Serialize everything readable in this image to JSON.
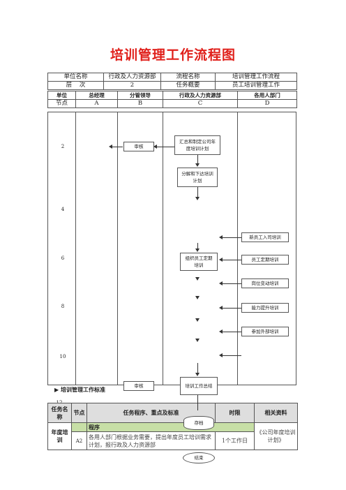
{
  "title": "培训管理工作流程图",
  "header": {
    "unit_name_label": "单位名称",
    "unit_name_value": "行政及人力资源部",
    "process_name_label": "流程名称",
    "process_name_value": "培训管理工作流程",
    "level_label": "层    次",
    "level_value": "2",
    "task_summary_label": "任务概要",
    "task_summary_value": "员工培训管理工作",
    "col_unit": "单位",
    "col_a_head": "总经理",
    "col_b_head": "分管领导",
    "col_c_head": "行政及人力资源部",
    "col_d_head": "各用人部门",
    "node_label": "节点",
    "col_a": "A",
    "col_b": "B",
    "col_c": "C",
    "col_d": "D"
  },
  "row_numbers": [
    "2",
    "4",
    "6",
    "8",
    "10",
    "12"
  ],
  "boxes": {
    "review1": "审核",
    "summarize": "汇总和制定公司年度培训计划",
    "decompose": "分解和下达培训计划",
    "new_staff": "新员工入司培训",
    "organize": "组织员工定期培训",
    "regular": "员工定期培训",
    "job_change": "岗位变动培训",
    "skill": "能力提升培训",
    "external": "参加外部培训",
    "review2": "审核",
    "summary": "培训工作总结",
    "archive": "存档",
    "end": "结束"
  },
  "footer_label": "培训管理工作标准",
  "task_table": {
    "h_task_name": "任务名称",
    "h_node": "节点",
    "h_program": "任务程序、重点及标准",
    "h_time": "时限",
    "h_docs": "相关资料",
    "program_label": "程序",
    "task_name": "年度培训",
    "node_value": "A2",
    "program_text": "各用人部门根据业务需要，提出年度员工培训需求计划，报行政及人力资源部",
    "time_value": "1个工作日",
    "docs_value": "《公司年度培训计划》"
  }
}
